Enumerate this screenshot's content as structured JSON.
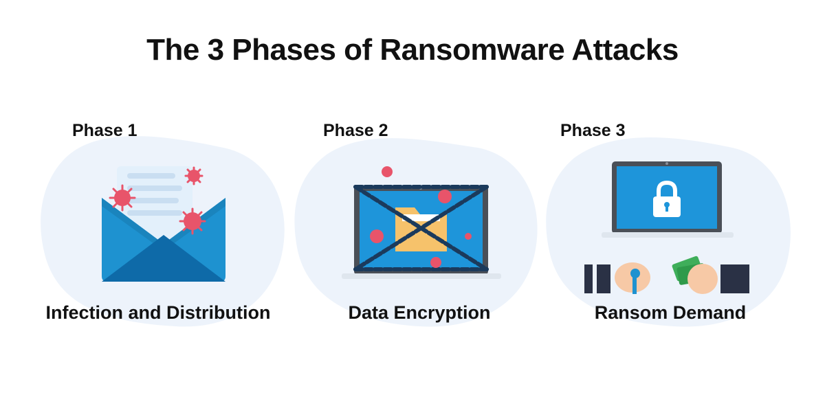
{
  "title": "The 3 Phases of Ransomware Attacks",
  "phases": [
    {
      "label": "Phase 1",
      "caption": "Infection and Distribution",
      "icon": "infected-envelope-icon"
    },
    {
      "label": "Phase 2",
      "caption": "Data Encryption",
      "icon": "chained-laptop-icon"
    },
    {
      "label": "Phase 3",
      "caption": "Ransom Demand",
      "icon": "locked-laptop-payment-icon"
    }
  ],
  "colors": {
    "blob": "#edf3fb",
    "envelope": "#1e92d0",
    "envelope_dark": "#0e6aa8",
    "virus": "#e8546a",
    "laptop_frame": "#4a4f57",
    "screen": "#1e95da",
    "folder": "#f6c26b",
    "chain": "#1b3a5c",
    "money": "#3fae5a",
    "sleeve": "#2a3145",
    "skin": "#f7c9a6"
  }
}
